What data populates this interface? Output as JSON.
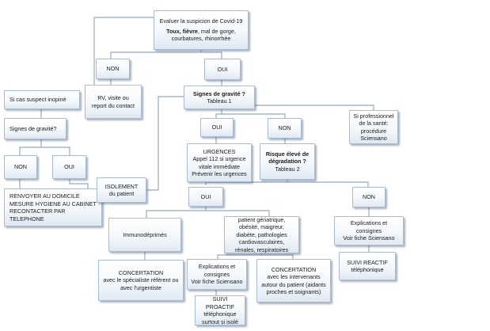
{
  "colors": {
    "connector": "#97a9be",
    "box_border": "#a9bcd2",
    "box_fill_bottom": "#dfe9f4"
  },
  "nodes": {
    "evaluate": {
      "title": "Evaluer la suspicion de Covid-19",
      "symptoms_bold": "Toux, fièvre",
      "symptoms_rest": ", mal de gorge,",
      "symptoms_line2": "courbatures, rhinorrhée"
    },
    "non_top": {
      "label": "NON"
    },
    "oui_top": {
      "label": "OUI"
    },
    "rv": {
      "line1": "RV, visite ou",
      "line2": "report du contact"
    },
    "suspect": {
      "label": "Si cas suspect inopiné"
    },
    "signes_left": {
      "label": "Signes de gravité?"
    },
    "non_left": {
      "label": "NON"
    },
    "oui_left": {
      "label": "OUI"
    },
    "renvoyer": {
      "line1": "RENVOYER AU DOMICILE",
      "line2": "MESURE HYGIENE AU CABINET",
      "line3": "RECONTACTER PAR TELEPHONE"
    },
    "isolement": {
      "line1": "ISOLEMENT",
      "line2": "du patient"
    },
    "signes_main": {
      "title": "Signes de gravité ?",
      "subtitle": "Tableau 1"
    },
    "professionnel": {
      "line1": "Si professionnel",
      "line2": "de la santé:",
      "line3": "procédure",
      "line4": "Sciensano"
    },
    "oui_mid": {
      "label": "OUI"
    },
    "non_mid": {
      "label": "NON"
    },
    "urgences": {
      "line1": "URGENCES",
      "line2": "Appel 112 si urgence",
      "line3": "vitale immédiate",
      "line4": "Prévenir les urgences"
    },
    "risque": {
      "line1": "Risque élevé de",
      "line2": "dégradation ?",
      "subtitle": "Tableau 2"
    },
    "oui_low": {
      "label": "OUI"
    },
    "non_low": {
      "label": "NON"
    },
    "immuno": {
      "label": "Immunodéprimés"
    },
    "patient_risk": {
      "line1": "patient gériatrique,",
      "line2": "obésité, maigreur,",
      "line3": "diabète, pathologies",
      "line4": "cardiovasculaires,",
      "line5": "rénales, respiratoires"
    },
    "explications_right": {
      "line1": "Explications et",
      "line2": "consignes",
      "line3": "Voir fiche Sciensano"
    },
    "concertation_left": {
      "title": "CONCERTATION",
      "line1": "avec le spécialiste référent ou",
      "line2": "avec l'urgentiste"
    },
    "explications_mid": {
      "line1": "Explications et",
      "line2": "consignes",
      "line3": "Voir fiche Sciensano"
    },
    "concertation_right": {
      "title": "CONCERTATION",
      "line1": "avec les intervenants",
      "line2": "autour du patient (aidants",
      "line3": "proches et soignants)"
    },
    "suivi_reactif": {
      "line1": "SUIVI REACTIF",
      "line2": "téléphonique"
    },
    "suivi_proactif": {
      "line1": "SUIVI PROACTIF",
      "line2": "téléphonique",
      "line3": "surtout si isolé"
    }
  }
}
